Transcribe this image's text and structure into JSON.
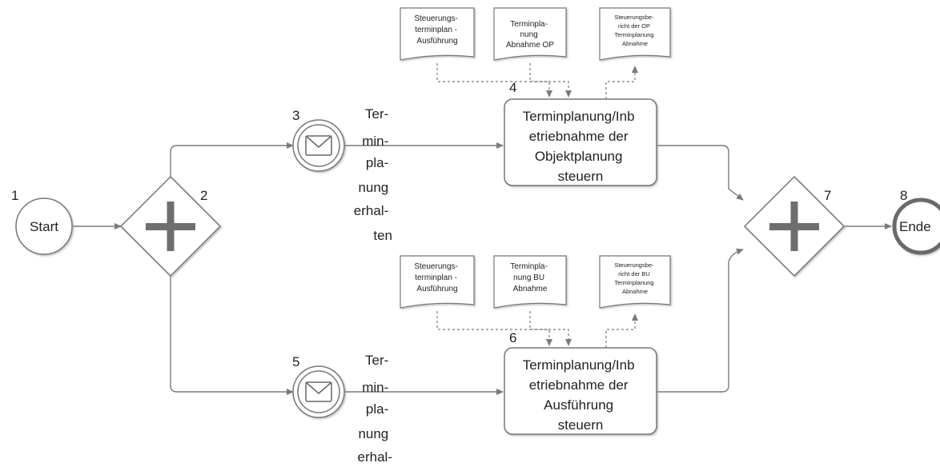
{
  "nodes": {
    "start": {
      "num": "1",
      "label": "Start"
    },
    "split_gateway": {
      "num": "2"
    },
    "event_top": {
      "num": "3",
      "lines": [
        "Ter-",
        "min-",
        "pla-",
        "nung",
        "erhal-",
        "ten"
      ]
    },
    "task_top": {
      "num": "4",
      "lines": [
        "Terminplanung/Inb",
        "etriebnahme der",
        "Objektplanung",
        "steuern"
      ]
    },
    "event_bottom": {
      "num": "5",
      "lines": [
        "Ter-",
        "min-",
        "pla-",
        "nung",
        "erhal-"
      ]
    },
    "task_bottom": {
      "num": "6",
      "lines": [
        "Terminplanung/Inb",
        "etriebnahme der",
        "Ausführung",
        "steuern"
      ]
    },
    "join_gateway": {
      "num": "7"
    },
    "end": {
      "num": "8",
      "label": "Ende"
    }
  },
  "documents": {
    "top_input_1": [
      "Steuerungs-",
      "terminplan -",
      "Ausführung"
    ],
    "top_input_2": [
      "Terminpla-",
      "nung",
      "Abnahme OP"
    ],
    "top_output": [
      "Steuerungsbe-",
      "richt der OP",
      "Terminplanung",
      "Abnahme"
    ],
    "bottom_input_1": [
      "Steuerungs-",
      "terminplan -",
      "Ausführung"
    ],
    "bottom_input_2": [
      "Terminpla-",
      "nung BU",
      "Abnahme"
    ],
    "bottom_output": [
      "Steuerungsbe-",
      "richt der BU",
      "Terminplanung",
      "Abnahme"
    ]
  }
}
